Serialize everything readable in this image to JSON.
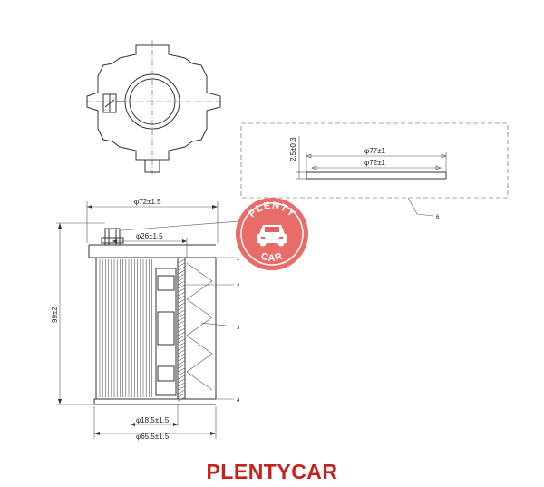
{
  "colors": {
    "brand": "#c8201e",
    "logo": "#e8605c",
    "line": "#333333"
  },
  "dimensions": {
    "d77": "φ77±1",
    "d72_top": "φ72±1",
    "thickness": "2.5±0.3",
    "d72_outer": "φ72±1.5",
    "d26": "φ26±1.5",
    "height": "99±2",
    "d18": "φ18.5±1.5",
    "d65": "φ65.5±1.5"
  },
  "callouts": [
    "1",
    "2",
    "3",
    "4",
    "6"
  ],
  "logo": {
    "top_text": "PLENTY",
    "bottom_text": "CAR",
    "icon": "car-icon"
  },
  "brand_caption": "PLENTYCAR"
}
